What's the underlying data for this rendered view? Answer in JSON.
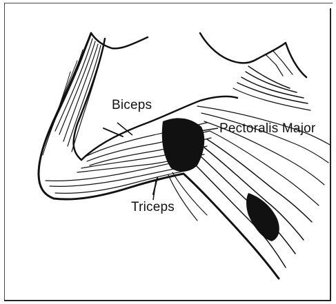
{
  "figure": {
    "labels": {
      "biceps": "Biceps",
      "pectoralis_major": "Pectoralis Major",
      "triceps": "Triceps"
    },
    "ink_color": "#111111",
    "paper_color": "#ffffff"
  }
}
